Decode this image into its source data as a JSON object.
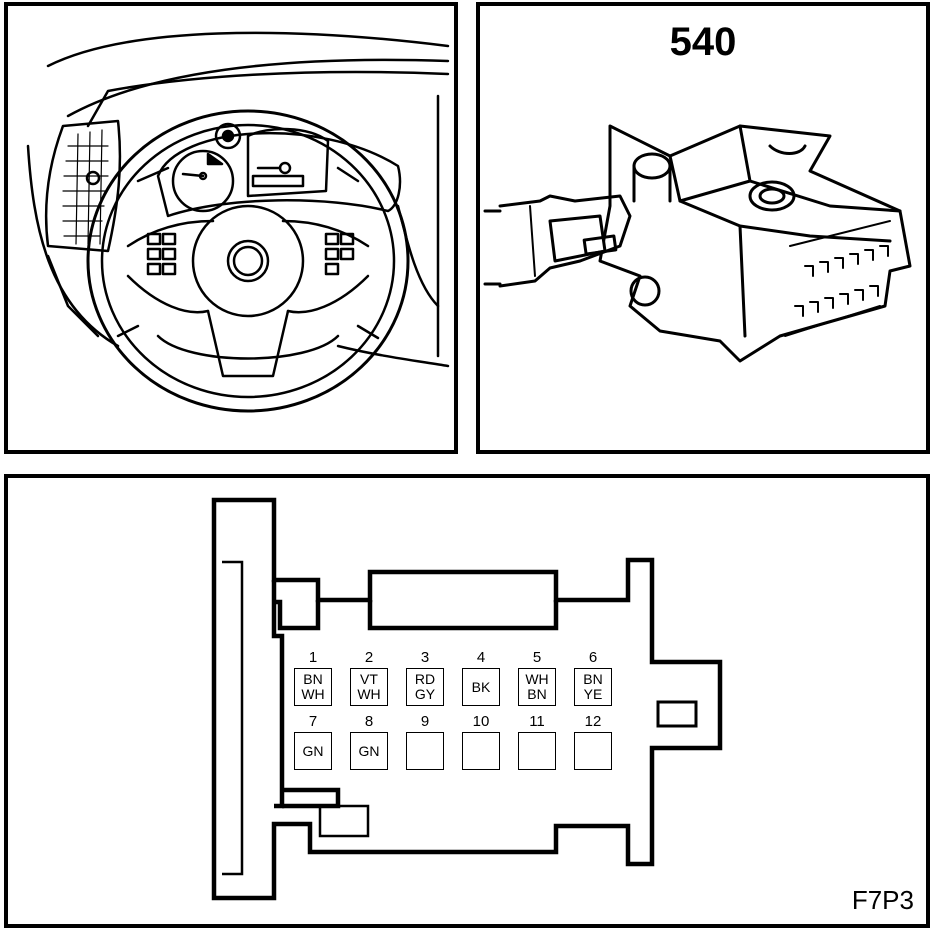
{
  "connector": {
    "id": "540"
  },
  "figure": {
    "code": "F7P3"
  },
  "pins": [
    {
      "num": "1",
      "c1": "BN",
      "c2": "WH"
    },
    {
      "num": "2",
      "c1": "VT",
      "c2": "WH"
    },
    {
      "num": "3",
      "c1": "RD",
      "c2": "GY"
    },
    {
      "num": "4",
      "c1": "BK",
      "c2": ""
    },
    {
      "num": "5",
      "c1": "WH",
      "c2": "BN"
    },
    {
      "num": "6",
      "c1": "BN",
      "c2": "YE"
    },
    {
      "num": "7",
      "c1": "GN",
      "c2": ""
    },
    {
      "num": "8",
      "c1": "GN",
      "c2": ""
    },
    {
      "num": "9",
      "c1": "",
      "c2": ""
    },
    {
      "num": "10",
      "c1": "",
      "c2": ""
    },
    {
      "num": "11",
      "c1": "",
      "c2": ""
    },
    {
      "num": "12",
      "c1": "",
      "c2": ""
    }
  ]
}
